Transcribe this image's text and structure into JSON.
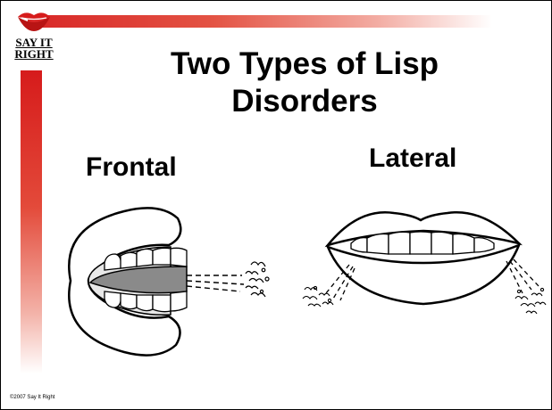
{
  "logo": {
    "text": "SAY IT RIGHT"
  },
  "title": "Two Types of Lisp Disorders",
  "labels": {
    "frontal": "Frontal",
    "lateral": "Lateral"
  },
  "footer": "©2007  Say It Right",
  "colors": {
    "accent": "#d61b1b",
    "tongue": "#8a8a8a"
  },
  "icons": {
    "logo": "lips-logo-icon",
    "frontal": "frontal-lisp-mouth-illustration",
    "lateral": "lateral-lisp-mouth-illustration"
  }
}
